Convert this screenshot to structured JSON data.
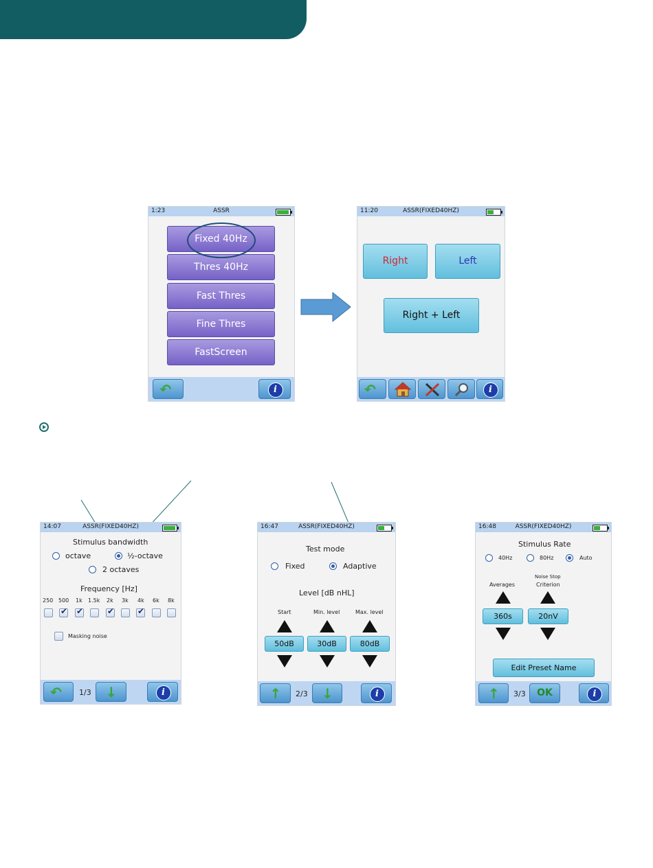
{
  "colors": {
    "header": "#115d62",
    "menu_button": "#7662c7",
    "ear_button": "#62bfdd",
    "status_bar": "#b9d3f0",
    "right_label": "#d0263a",
    "left_label": "#2a35b5"
  },
  "screen1": {
    "time": "1:23",
    "title": "ASSR",
    "menu": [
      "Fixed 40Hz",
      "Thres 40Hz",
      "Fast Thres",
      "Fine Thres",
      "FastScreen"
    ],
    "bottom_icons": [
      "back-icon",
      "info-icon"
    ]
  },
  "screen2": {
    "time": "11:20",
    "title": "ASSR(FIXED40HZ)",
    "right": "Right",
    "left": "Left",
    "both": "Right + Left",
    "bottom_icons": [
      "back-icon",
      "home-icon",
      "tools-icon",
      "search-icon",
      "info-icon"
    ]
  },
  "screen3": {
    "time": "14:07",
    "title": "ASSR(FIXED40HZ)",
    "bandwidth_title": "Stimulus bandwidth",
    "bw_octave": "octave",
    "bw_half": "½-octave",
    "bw_two": "2 octaves",
    "bw_selected": "½-octave",
    "freq_title": "Frequency [Hz]",
    "freqs": [
      "250",
      "500",
      "1k",
      "1.5k",
      "2k",
      "3k",
      "4k",
      "6k",
      "8k"
    ],
    "freqs_checked": [
      false,
      true,
      true,
      false,
      true,
      false,
      true,
      false,
      false
    ],
    "masking": "Masking noise",
    "page": "1/3"
  },
  "screen4": {
    "time": "16:47",
    "title": "ASSR(FIXED40HZ)",
    "test_mode_title": "Test mode",
    "mode_fixed": "Fixed",
    "mode_adaptive": "Adaptive",
    "mode_selected": "Adaptive",
    "level_title": "Level [dB nHL]",
    "start_label": "Start",
    "min_label": "Min. level",
    "max_label": "Max. level",
    "start_val": "50dB",
    "min_val": "30dB",
    "max_val": "80dB",
    "page": "2/3"
  },
  "screen5": {
    "time": "16:48",
    "title": "ASSR(FIXED40HZ)",
    "rate_title": "Stimulus Rate",
    "rate_40": "40Hz",
    "rate_80": "80Hz",
    "rate_auto": "Auto",
    "rate_selected": "Auto",
    "averages_label": "Averages",
    "noise_label_1": "Noise Stop",
    "noise_label_2": "Criterion",
    "averages_val": "360s",
    "noise_val": "20nV",
    "edit_preset": "Edit Preset Name",
    "page": "3/3",
    "ok": "OK"
  }
}
